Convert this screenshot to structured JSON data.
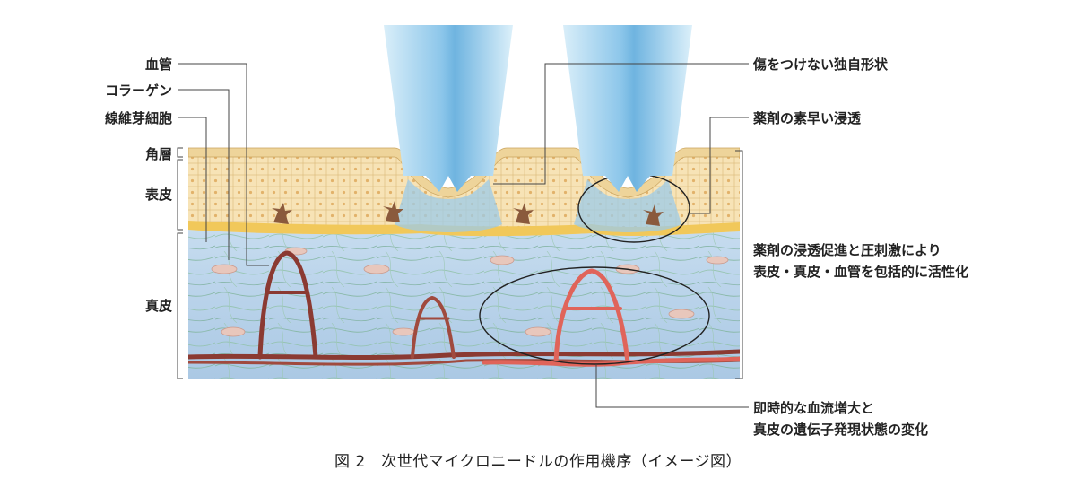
{
  "labels_left": {
    "blood_vessel": "血管",
    "collagen": "コラーゲン",
    "fibroblast": "線維芽細胞",
    "stratum_corneum": "角層",
    "epidermis": "表皮",
    "dermis": "真皮"
  },
  "labels_right": {
    "shape": "傷をつけない独自形状",
    "penetration": "薬剤の素早い浸透",
    "activation_line1": "薬剤の浸透促進と圧刺激により",
    "activation_line2": "表皮・真皮・血管を包括的に活性化",
    "effect_line1": "即時的な血流増大と",
    "effect_line2": "真皮の遺伝子発現状態の変化"
  },
  "caption": "図 2　次世代マイクロニードルの作用機序（イメージ図）",
  "colors": {
    "epidermis": "#f6dfae",
    "stratum_corneum": "#eed49a",
    "basal_layer": "#f1c85a",
    "dermis": "#b8d3ec",
    "collagen": "#86b7a0",
    "vessel_dark": "#8b3a32",
    "vessel_red": "#e0645a",
    "needle": "#a9d4ef",
    "leader": "#444444"
  }
}
